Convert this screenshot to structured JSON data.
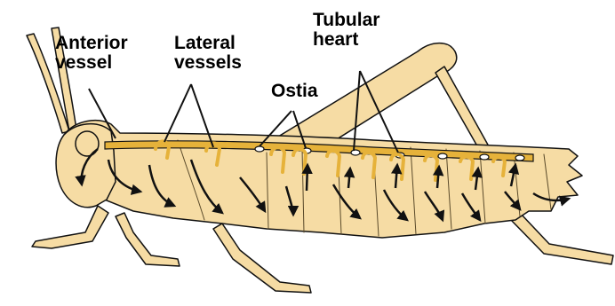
{
  "colors": {
    "body_fill": "#f6dca4",
    "body_stroke": "#111111",
    "vessel_fill": "#e6b23a",
    "background": "#ffffff"
  },
  "labels": {
    "anterior_vessel": [
      "Anterior",
      "vessel"
    ],
    "lateral_vessels": [
      "Lateral",
      "vessels"
    ],
    "ostia": "Ostia",
    "tubular_heart": [
      "Tubular",
      "heart"
    ]
  }
}
